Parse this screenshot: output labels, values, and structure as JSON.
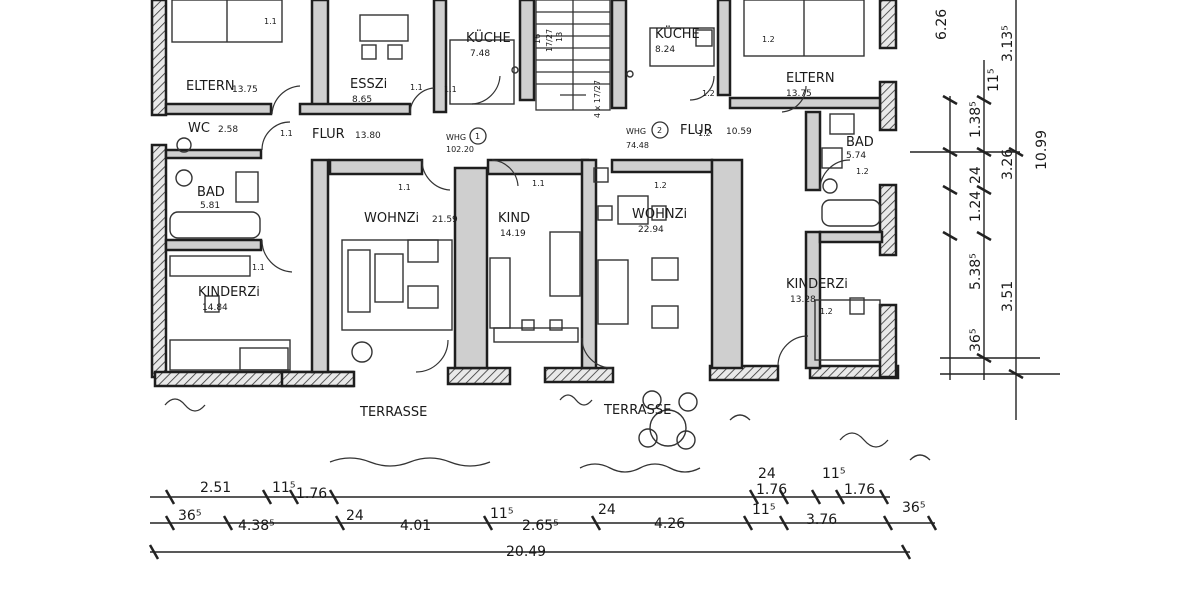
{
  "rooms": [
    {
      "name": "ELTERN",
      "area": "13.75"
    },
    {
      "name": "ESSZi",
      "area": "8.65"
    },
    {
      "name": "KÜCHE",
      "area": "7.48"
    },
    {
      "name": "KÜCHE",
      "area": "8.24"
    },
    {
      "name": "ELTERN",
      "area": "13.75"
    },
    {
      "name": "WC",
      "area": "2.58"
    },
    {
      "name": "FLUR",
      "area": "13.80"
    },
    {
      "name": "FLUR",
      "area": "10.59"
    },
    {
      "name": "BAD",
      "area": "5.74"
    },
    {
      "name": "BAD",
      "area": "5.81"
    },
    {
      "name": "WOHNZi",
      "area": "21.59"
    },
    {
      "name": "KIND",
      "area": "14.19"
    },
    {
      "name": "WOHNZi",
      "area": "22.94"
    },
    {
      "name": "KINDERZi",
      "area": "14.84"
    },
    {
      "name": "KINDERZi",
      "area": "13.28"
    }
  ],
  "units": [
    {
      "label": "WHG",
      "number": "1",
      "area": "102.20"
    },
    {
      "label": "WHG",
      "number": "2",
      "area": "74.48"
    }
  ],
  "stair": {
    "steps": "4 x 17/27",
    "a": "16",
    "b": "17/27",
    "c": "13"
  },
  "outdoor": [
    "TERRASSE",
    "TERRASSE"
  ],
  "bottom_dims": {
    "row1": [
      "2.51",
      "11⁵",
      "1.76",
      "24",
      "1.76",
      "11⁵",
      "1.76"
    ],
    "row2": [
      "36⁵",
      "4.38⁵",
      "24",
      "4.01",
      "11⁵",
      "2.65⁵",
      "24",
      "4.26",
      "11⁵",
      "3.76",
      "36⁵"
    ],
    "total": "20.49"
  },
  "right_dims": {
    "outer": [
      "6.26",
      "10.99"
    ],
    "middle": [
      "3.13⁵",
      "3.26",
      "5.38⁵",
      "3.51"
    ],
    "inner": [
      "11⁵",
      "1.38⁵",
      "24",
      "1.24",
      "36⁵"
    ]
  },
  "room_numbers": [
    "1.1",
    "1.1",
    "1.1",
    "1.1",
    "1.2",
    "1.2",
    "1.2",
    "1.1",
    "1.2",
    "1.1",
    "1.1",
    "1.2",
    "1.2"
  ]
}
